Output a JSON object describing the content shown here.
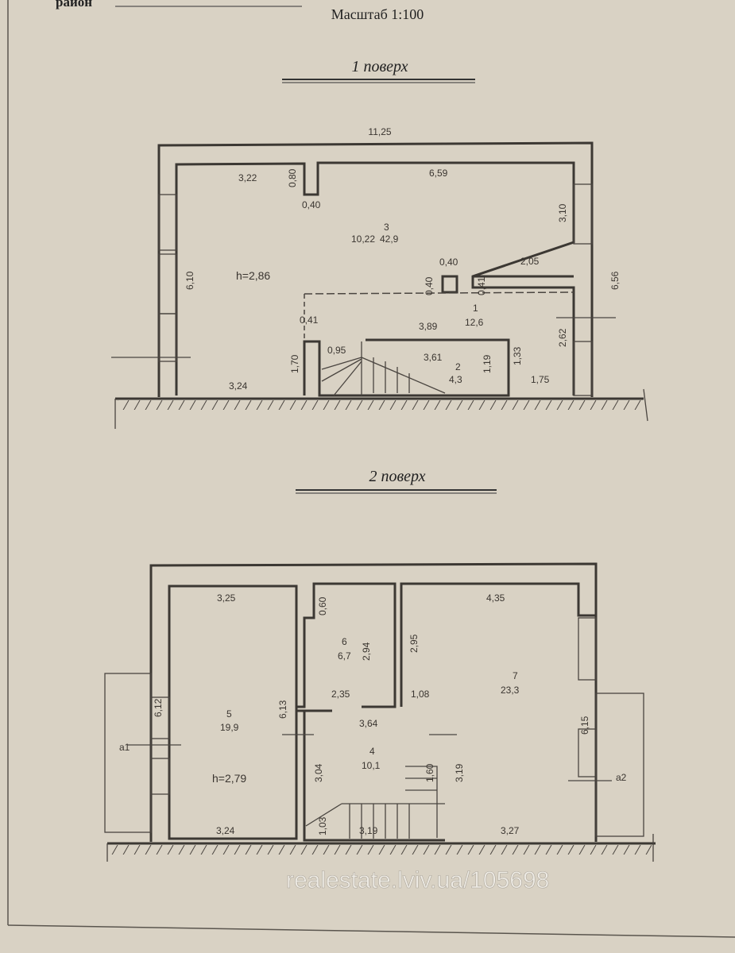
{
  "header": {
    "top_cut_text": "район",
    "scale": "Масштаб 1:100"
  },
  "floor1": {
    "title": "1 поверх",
    "dims": {
      "overall_width": "11,25",
      "top_left": "3,22",
      "niche_depth": "0,80",
      "niche_width": "0,40",
      "top_right": "6,59",
      "right_upper": "3,10",
      "room3_length": "10,22",
      "room3_number": "3",
      "room3_area": "42,9",
      "column": "0,40",
      "col_h_left": "0,40",
      "col_h_right": "0,41",
      "ledge": "2,05",
      "left_height": "6,10",
      "ceiling_height": "h=2,86",
      "right_overall": "6,56",
      "stair_gap": "0,41",
      "room1_width": "3,89",
      "room1_number": "1",
      "room1_area": "12,6",
      "right_lower": "2,62",
      "stair_wall": "1,70",
      "stair_small": "0,95",
      "room2_width": "3,61",
      "room2_number": "2",
      "room2_area": "4,3",
      "room2_depth": "1,19",
      "room1_lower": "1,33",
      "bottom_left": "3,24",
      "bottom_right": "1,75"
    }
  },
  "floor2": {
    "title": "2 поверх",
    "dims": {
      "room5_top": "3,25",
      "niche_depth": "0,60",
      "room6_height": "2,94",
      "room6_number": "6",
      "room6_area": "6,7",
      "room7_wall": "2,95",
      "room7_top": "4,35",
      "room5_left": "6,12",
      "room5_right": "6,13",
      "room6_bottom": "2,35",
      "hall_gap": "1,08",
      "room7_number": "7",
      "room7_area": "23,3",
      "room7_right": "6,15",
      "room5_number": "5",
      "room5_area": "19,9",
      "hall_width": "3,64",
      "balcony1": "a1",
      "balcony2": "a2",
      "room4_left": "3,04",
      "room4_number": "4",
      "room4_area": "10,1",
      "stair_small": "1,60",
      "room4_right": "3,19",
      "ceiling_height": "h=2,79",
      "stair_bottom": "1,03",
      "room4_bottom": "3,19",
      "room5_bottom": "3,24",
      "room7_bottom": "3,27"
    }
  },
  "watermark": "realestate.lviv.ua/105698"
}
